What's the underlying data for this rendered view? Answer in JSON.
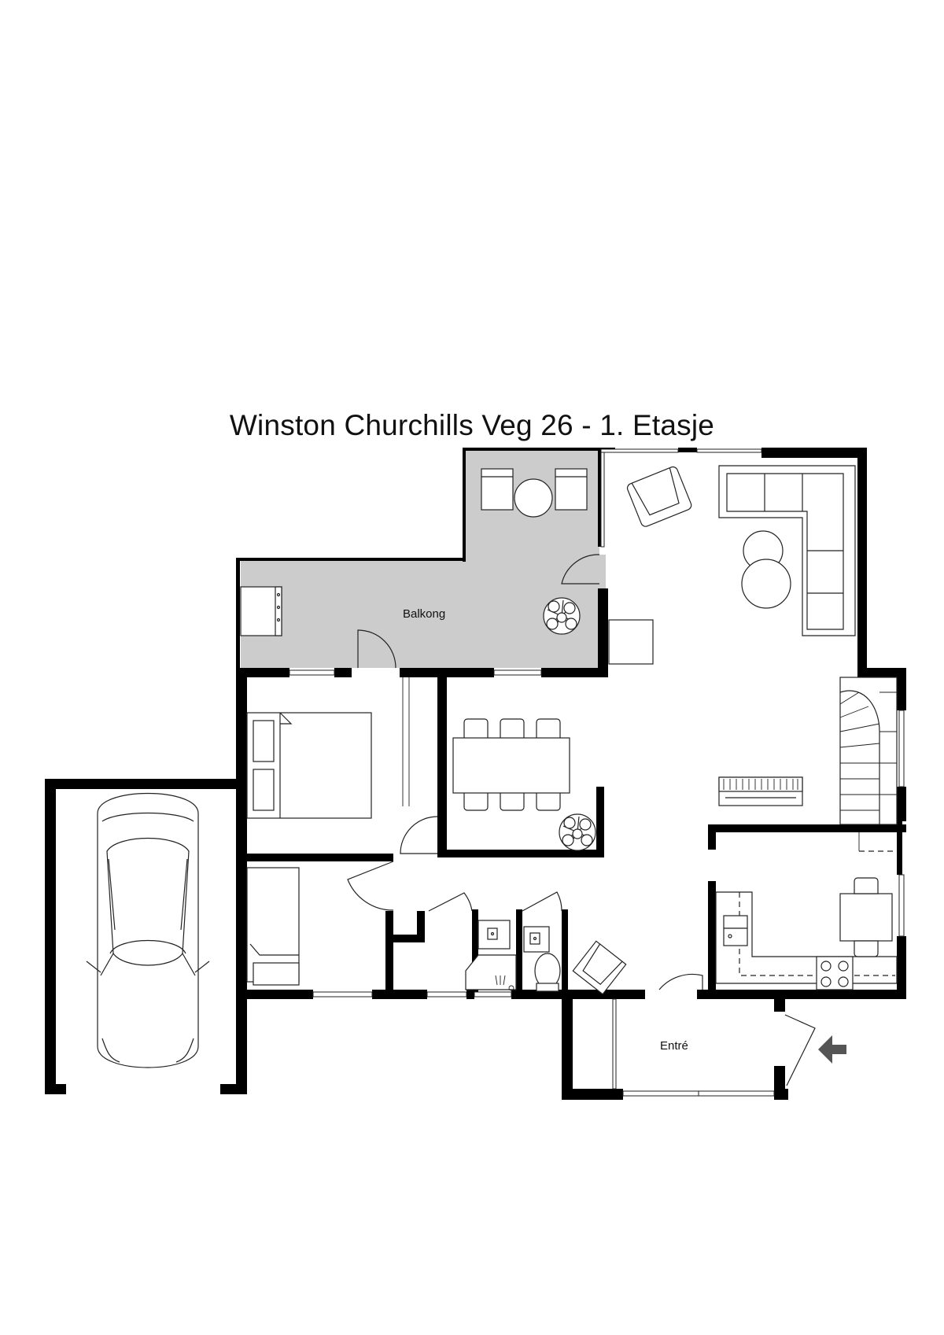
{
  "title": "Winston Churchills Veg 26 - 1. Etasje",
  "rooms": {
    "balcony": "Balkong",
    "entrance": "Entré"
  },
  "colors": {
    "balcony_fill": "#cccccc",
    "wall": "#000000",
    "background": "#ffffff",
    "entry_arrow": "#555555"
  },
  "icons": [
    "car-icon",
    "bed-icon",
    "sofa-icon",
    "armchair-icon",
    "plant-icon",
    "dining-table-icon",
    "staircase-icon",
    "piano-icon",
    "kitchen-counter-icon",
    "toilet-icon",
    "sink-icon",
    "bathtub-icon",
    "entry-arrow-icon"
  ]
}
